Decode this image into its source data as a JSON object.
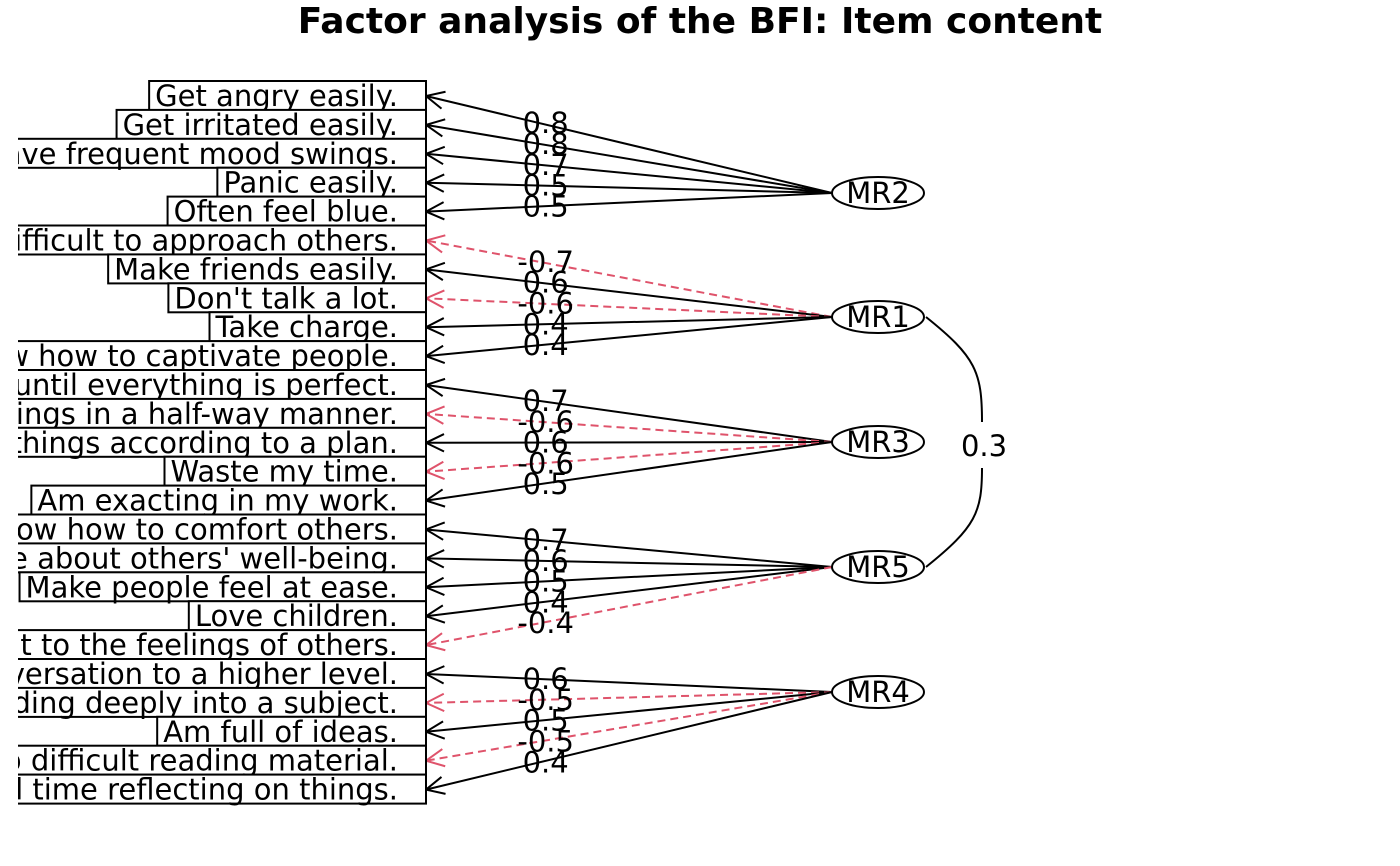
{
  "diagram": {
    "title": "Factor analysis of the BFI: Item content",
    "colors": {
      "positive": "#000000",
      "negative": "#df536b",
      "background": "#ffffff"
    },
    "items": [
      "Get angry easily.",
      "Get irritated easily.",
      "Have frequent mood swings.",
      "Panic easily.",
      "Often feel blue.",
      "Find it difficult to approach others.",
      "Make friends easily.",
      "Don't talk a lot.",
      "Take charge.",
      "Know how to captivate people.",
      "Continue until everything is perfect.",
      "Do things in a half-way manner.",
      "Do things according to a plan.",
      "Waste my time.",
      "Am exacting in my work.",
      "Know how to comfort others.",
      "Inquire about others' well-being.",
      "Make people feel at ease.",
      "Love children.",
      "Am indifferent to the feelings of others.",
      "Carry the conversation to a higher level.",
      "Avoid reading deeply into a subject.",
      "Am full of ideas.",
      "Will not probe deeply into difficult reading material.",
      "Spend time reflecting on things."
    ],
    "factors": [
      "MR2",
      "MR1",
      "MR3",
      "MR5",
      "MR4"
    ],
    "loadings": [
      {
        "item": 0,
        "factor": "MR2",
        "value": "0.8",
        "sign": "positive"
      },
      {
        "item": 1,
        "factor": "MR2",
        "value": "0.8",
        "sign": "positive"
      },
      {
        "item": 2,
        "factor": "MR2",
        "value": "0.7",
        "sign": "positive"
      },
      {
        "item": 3,
        "factor": "MR2",
        "value": "0.5",
        "sign": "positive"
      },
      {
        "item": 4,
        "factor": "MR2",
        "value": "0.5",
        "sign": "positive"
      },
      {
        "item": 5,
        "factor": "MR1",
        "value": "-0.7",
        "sign": "negative"
      },
      {
        "item": 6,
        "factor": "MR1",
        "value": "0.6",
        "sign": "positive"
      },
      {
        "item": 7,
        "factor": "MR1",
        "value": "-0.6",
        "sign": "negative"
      },
      {
        "item": 8,
        "factor": "MR1",
        "value": "0.4",
        "sign": "positive"
      },
      {
        "item": 9,
        "factor": "MR1",
        "value": "0.4",
        "sign": "positive"
      },
      {
        "item": 10,
        "factor": "MR3",
        "value": "0.7",
        "sign": "positive"
      },
      {
        "item": 11,
        "factor": "MR3",
        "value": "-0.6",
        "sign": "negative"
      },
      {
        "item": 12,
        "factor": "MR3",
        "value": "0.6",
        "sign": "positive"
      },
      {
        "item": 13,
        "factor": "MR3",
        "value": "-0.6",
        "sign": "negative"
      },
      {
        "item": 14,
        "factor": "MR3",
        "value": "0.5",
        "sign": "positive"
      },
      {
        "item": 15,
        "factor": "MR5",
        "value": "0.7",
        "sign": "positive"
      },
      {
        "item": 16,
        "factor": "MR5",
        "value": "0.6",
        "sign": "positive"
      },
      {
        "item": 17,
        "factor": "MR5",
        "value": "0.5",
        "sign": "positive"
      },
      {
        "item": 18,
        "factor": "MR5",
        "value": "0.4",
        "sign": "positive"
      },
      {
        "item": 19,
        "factor": "MR5",
        "value": "-0.4",
        "sign": "negative"
      },
      {
        "item": 20,
        "factor": "MR4",
        "value": "0.6",
        "sign": "positive"
      },
      {
        "item": 21,
        "factor": "MR4",
        "value": "-0.5",
        "sign": "negative"
      },
      {
        "item": 22,
        "factor": "MR4",
        "value": "0.5",
        "sign": "positive"
      },
      {
        "item": 23,
        "factor": "MR4",
        "value": "-0.5",
        "sign": "negative"
      },
      {
        "item": 24,
        "factor": "MR4",
        "value": "0.4",
        "sign": "positive"
      }
    ],
    "correlations": [
      {
        "from": "MR1",
        "to": "MR5",
        "value": "0.3"
      }
    ]
  }
}
